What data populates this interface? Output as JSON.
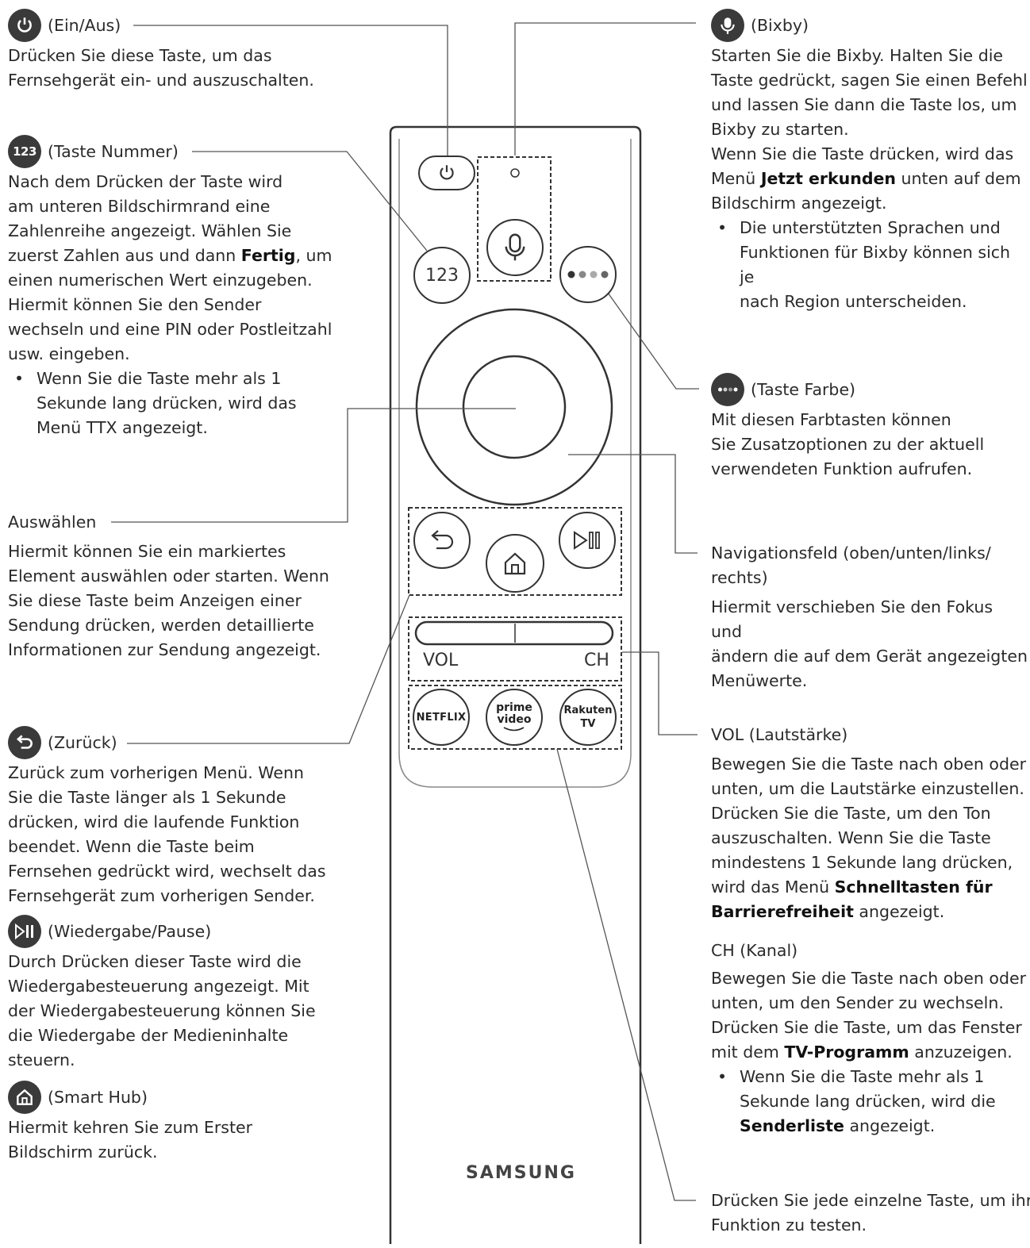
{
  "left": {
    "power": {
      "title": "(Ein/Aus)",
      "lines": [
        "Drücken Sie diese Taste, um das",
        "Fernsehgerät ein- und auszuschalten."
      ]
    },
    "number": {
      "icon_text": "123",
      "title": "(Taste Nummer)",
      "line1": "Nach dem Drücken der Taste wird",
      "line2": "am unteren Bildschirmrand eine",
      "line3": "Zahlenreihe angezeigt. Wählen Sie",
      "line4_pre": "zuerst Zahlen aus und dann ",
      "line4_bold": "Fertig",
      "line4_post": ", um",
      "line5": "einen numerischen Wert einzugeben.",
      "line6": "Hiermit können Sie den Sender",
      "line7": "wechseln und eine PIN oder Postleitzahl",
      "line8": "usw. eingeben.",
      "bullet_lines": [
        "Wenn Sie die Taste mehr als 1",
        "Sekunde lang drücken, wird das",
        "Menü TTX angezeigt."
      ]
    },
    "select": {
      "title": "Auswählen",
      "lines": [
        "Hiermit können Sie ein markiertes",
        "Element auswählen oder starten. Wenn",
        "Sie diese Taste beim Anzeigen einer",
        "Sendung drücken, werden detaillierte",
        "Informationen zur Sendung angezeigt."
      ]
    },
    "back": {
      "title": "(Zurück)",
      "lines": [
        "Zurück zum vorherigen Menü. Wenn",
        "Sie die Taste länger als 1 Sekunde",
        "drücken, wird die laufende Funktion",
        "beendet. Wenn die Taste beim",
        "Fernsehen gedrückt wird, wechselt das",
        "Fernsehgerät zum vorherigen Sender."
      ]
    },
    "play": {
      "title": "(Wiedergabe/Pause)",
      "lines": [
        "Durch Drücken dieser Taste wird die",
        "Wiedergabesteuerung angezeigt. Mit",
        "der Wiedergabesteuerung können Sie",
        "die Wiedergabe der Medieninhalte",
        "steuern."
      ]
    },
    "home": {
      "title": "(Smart Hub)",
      "lines": [
        "Hiermit kehren Sie zum Erster",
        "Bildschirm zurück."
      ]
    }
  },
  "right": {
    "bixby": {
      "title": "(Bixby)",
      "line1": "Starten Sie die Bixby. Halten Sie die",
      "line2": "Taste gedrückt, sagen Sie einen Befehl",
      "line3": "und lassen Sie dann die Taste los, um",
      "line4": "Bixby zu starten.",
      "line5": "Wenn Sie die Taste drücken, wird das",
      "line6_pre": "Menü ",
      "line6_bold": "Jetzt erkunden",
      "line6_post": " unten auf dem",
      "line7": "Bildschirm angezeigt.",
      "bullet_lines": [
        "Die unterstützten Sprachen und",
        "Funktionen für Bixby können sich je",
        "nach Region unterscheiden."
      ]
    },
    "color": {
      "title": "(Taste Farbe)",
      "lines": [
        "Mit diesen Farbtasten können",
        "Sie Zusatzoptionen zu der aktuell",
        "verwendeten Funktion aufrufen."
      ]
    },
    "nav": {
      "title_line1": "Navigationsfeld (oben/unten/links/",
      "title_line2": "rechts)",
      "lines": [
        "Hiermit verschieben Sie den Fokus und",
        "ändern die auf dem Gerät angezeigten",
        "Menüwerte."
      ]
    },
    "vol": {
      "title": "VOL (Lautstärke)",
      "line1": "Bewegen Sie die Taste nach oben oder",
      "line2": "unten, um die Lautstärke einzustellen.",
      "line3": "Drücken Sie die Taste, um den Ton",
      "line4": "auszuschalten. Wenn Sie die Taste",
      "line5": "mindestens 1 Sekunde lang drücken,",
      "line6_pre": "wird das Menü ",
      "line6_bold": "Schnelltasten für",
      "line7_bold": "Barrierefreiheit",
      "line7_post": " angezeigt."
    },
    "ch": {
      "title": "CH (Kanal)",
      "line1": "Bewegen Sie die Taste nach oben oder",
      "line2": "unten, um den Sender zu wechseln.",
      "line3": "Drücken Sie die Taste, um das Fenster",
      "line4_pre": "mit dem ",
      "line4_bold": "TV-Programm",
      "line4_post": " anzuzeigen.",
      "bullet1": "Wenn Sie die Taste mehr als 1",
      "bullet2": "Sekunde lang drücken, wird die",
      "bullet3_bold": "Senderliste",
      "bullet3_post": " angezeigt."
    },
    "test": {
      "lines": [
        "Drücken Sie jede einzelne Taste, um ihre",
        "Funktion zu testen."
      ]
    }
  },
  "remote": {
    "number_label": "123",
    "vol_label": "VOL",
    "ch_label": "CH",
    "netflix_label": "NETFLIX",
    "prime_line1": "prime",
    "prime_line2": "video",
    "rakuten_line1": "Rakuten",
    "rakuten_line2": "TV",
    "brand": "SAMSUNG"
  }
}
